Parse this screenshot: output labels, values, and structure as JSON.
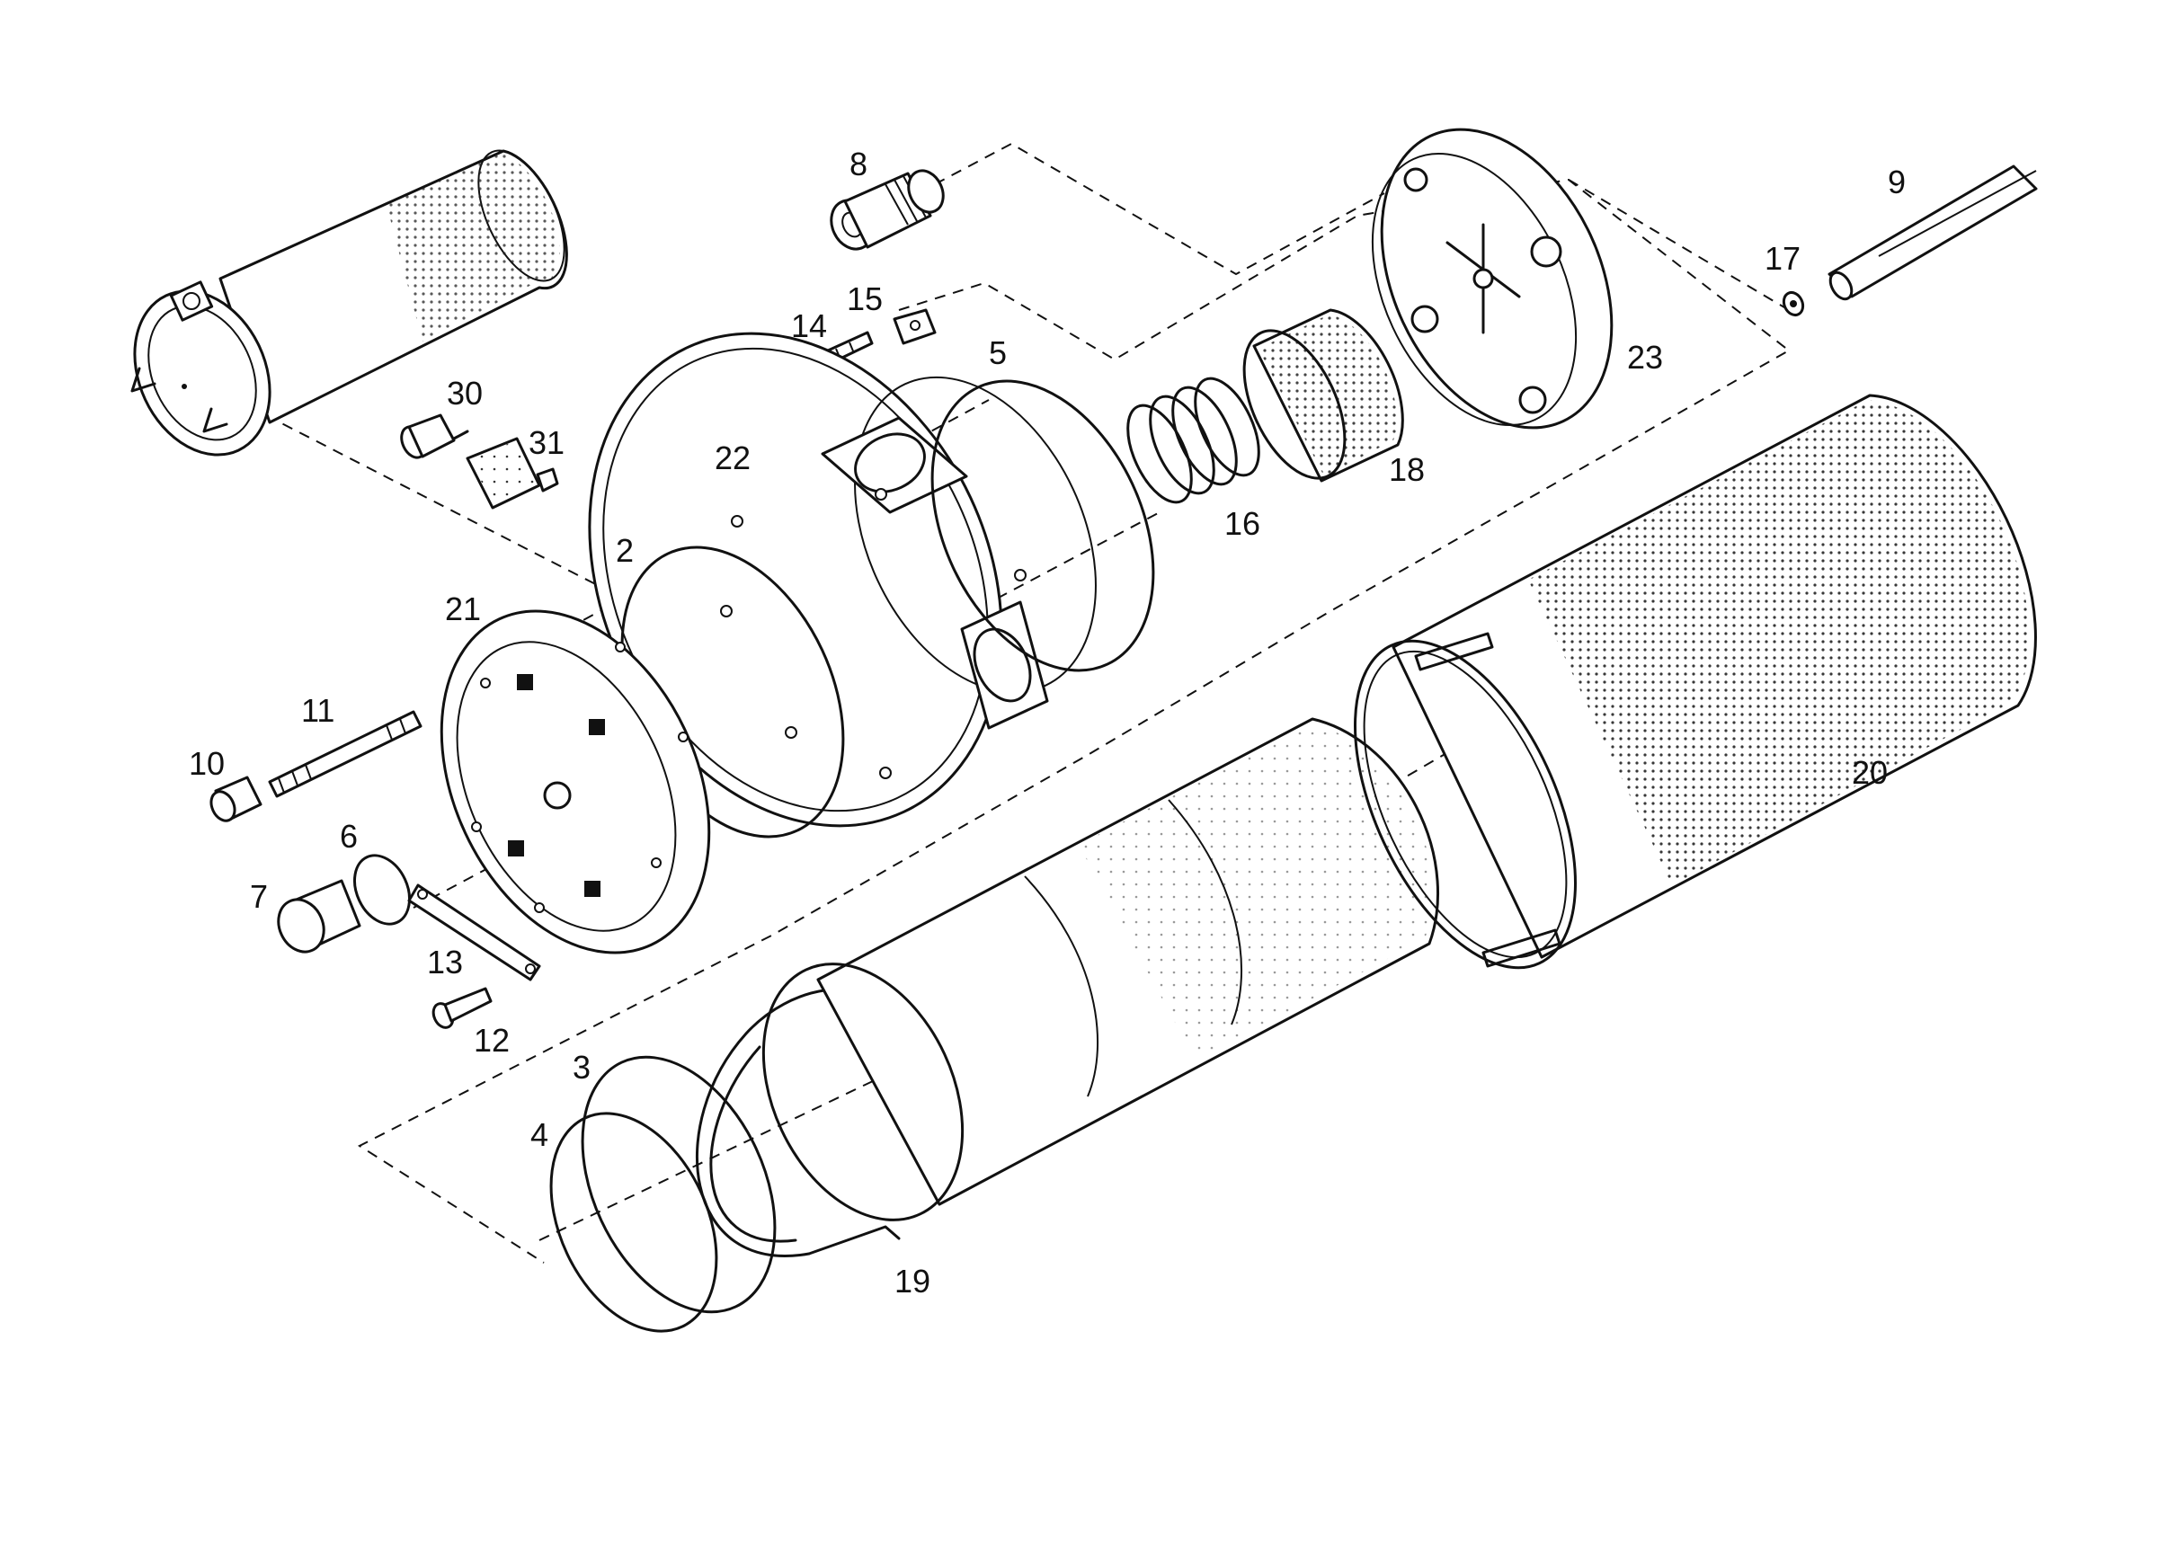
{
  "labels": {
    "p2": "2",
    "p3": "3",
    "p4": "4",
    "p5": "5",
    "p6": "6",
    "p7": "7",
    "p8": "8",
    "p9": "9",
    "p10": "10",
    "p11": "11",
    "p12": "12",
    "p13": "13",
    "p14": "14",
    "p15": "15",
    "p16": "16",
    "p17": "17",
    "p18": "18",
    "p19": "19",
    "p20": "20",
    "p21": "21",
    "p22": "22",
    "p23": "23",
    "p30": "30",
    "p31": "31"
  }
}
